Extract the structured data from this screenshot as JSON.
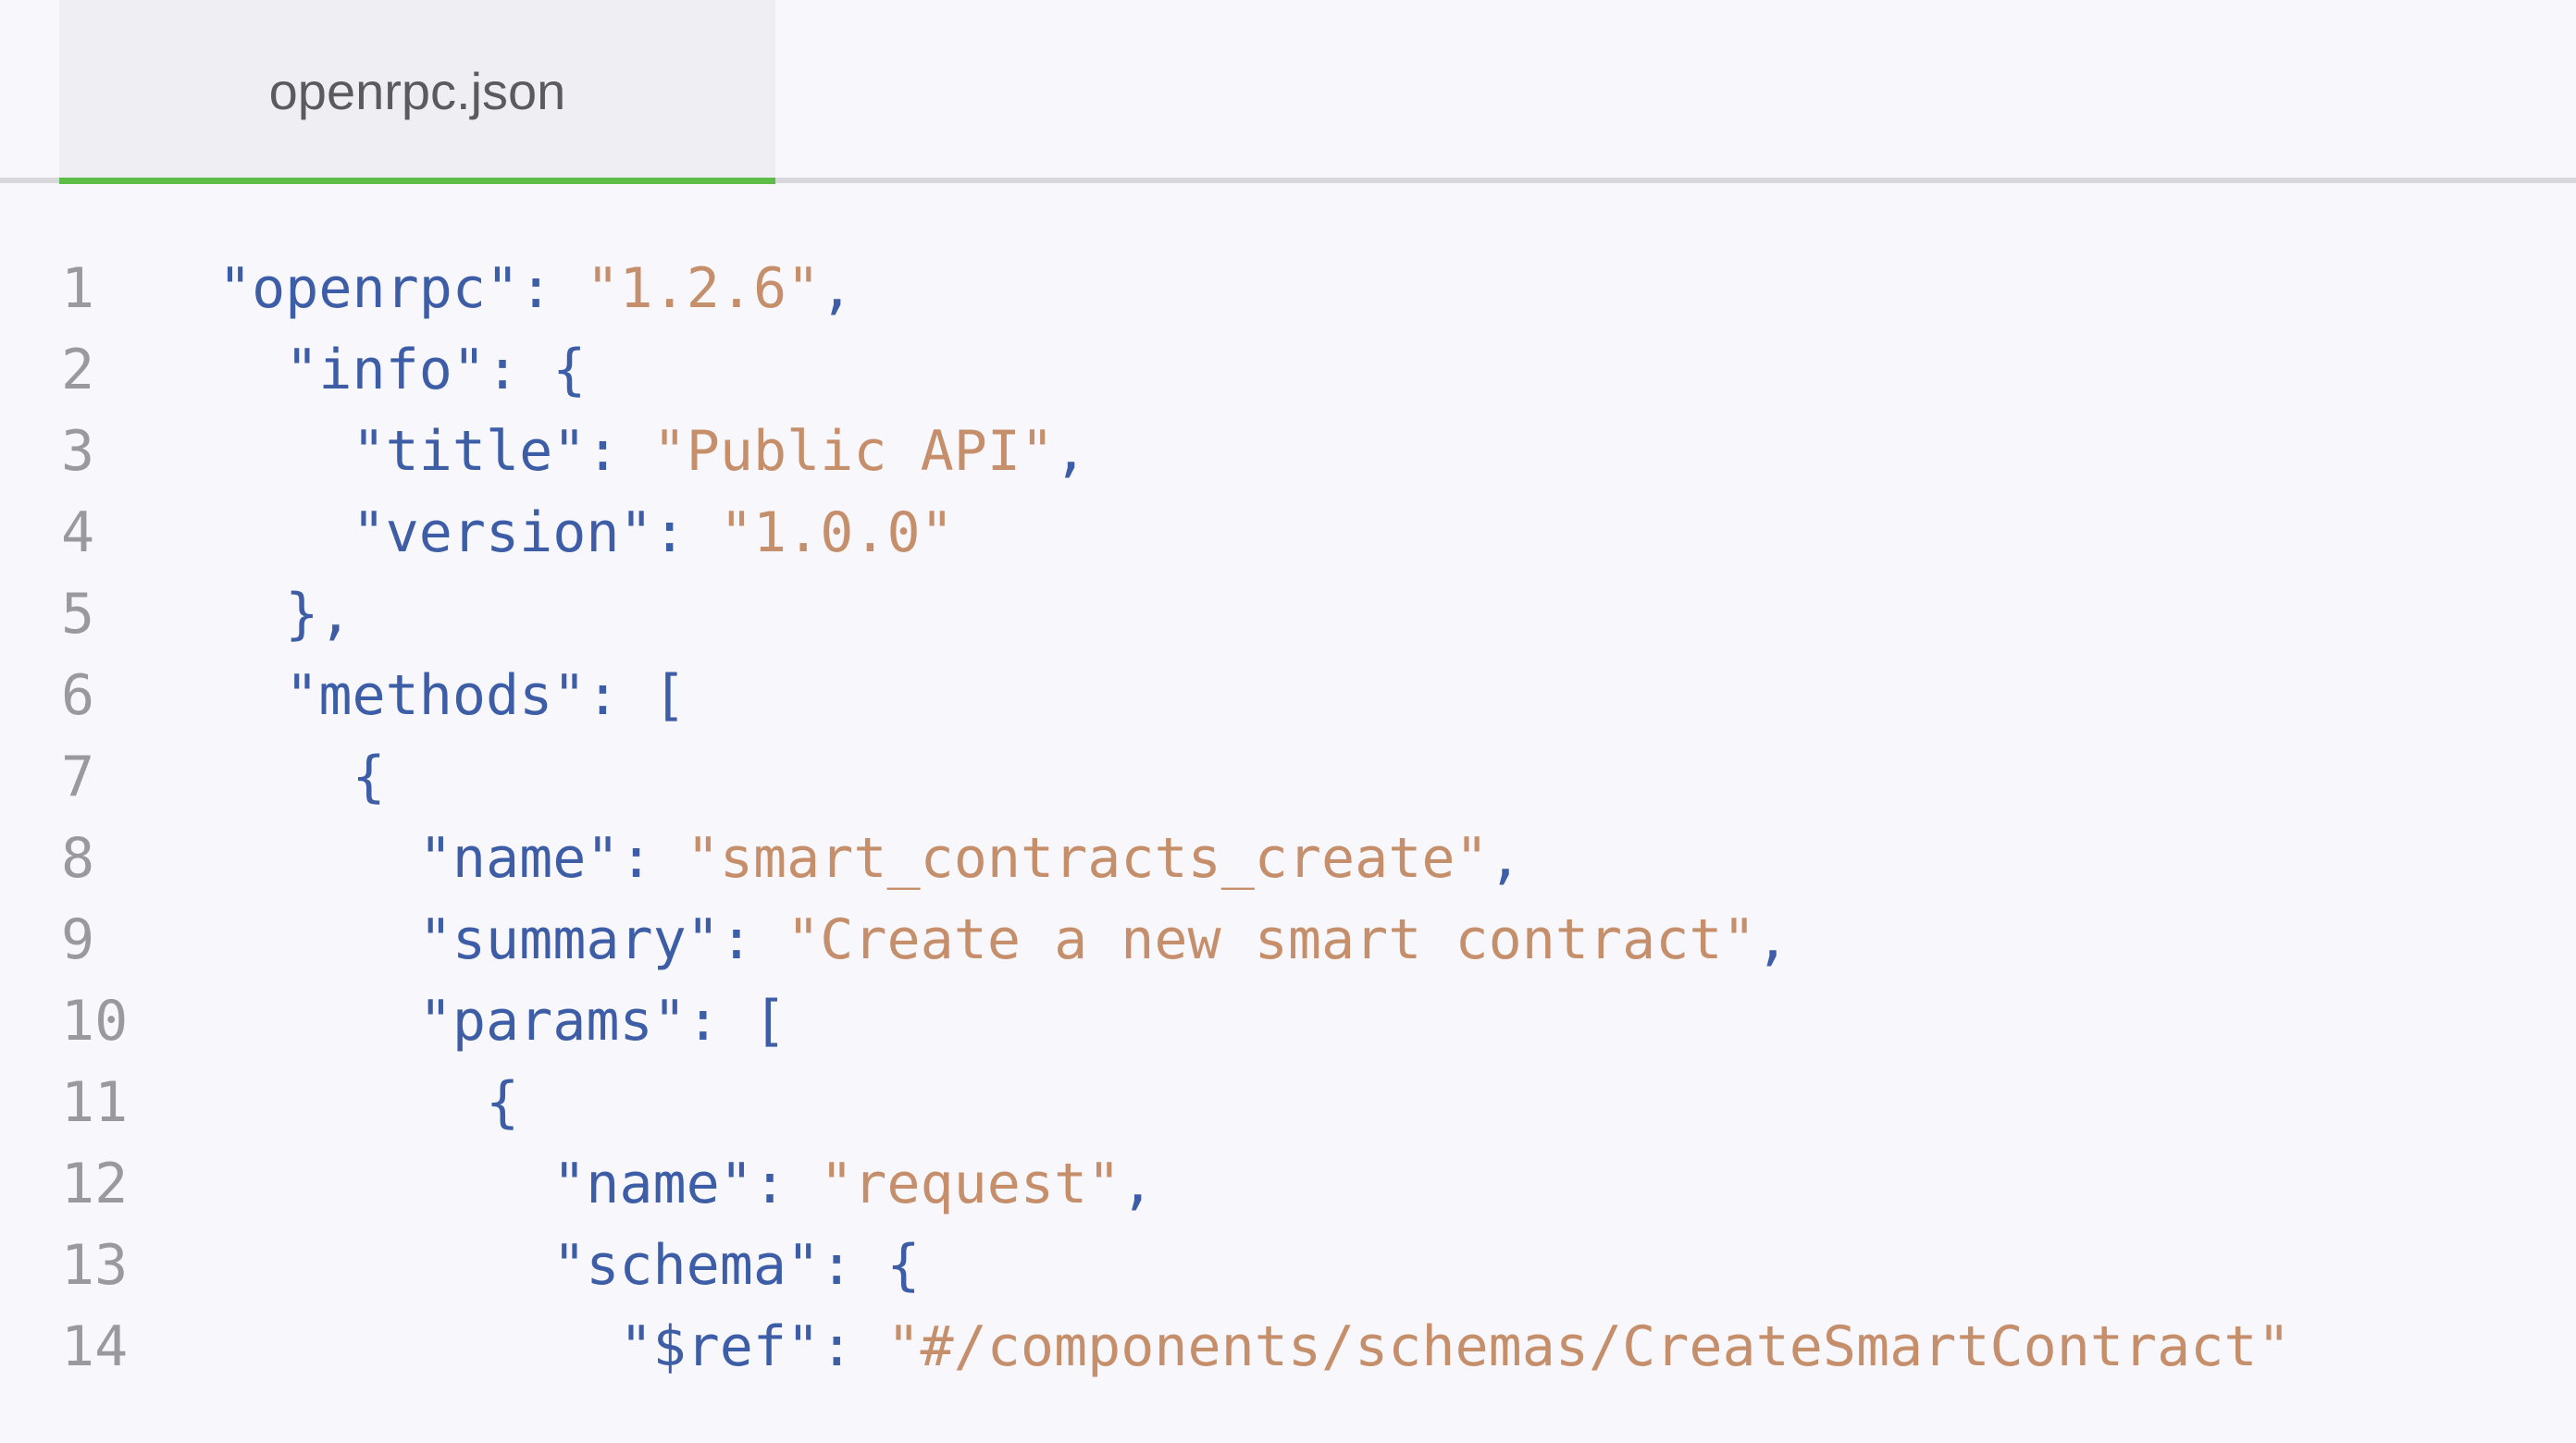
{
  "tab": {
    "label": "openrpc.json",
    "active": true
  },
  "colors": {
    "key": "#3d5ea6",
    "string": "#c68f6c",
    "line_number": "#9a9a9e",
    "tab_indicator": "#5cbd47"
  },
  "lines": [
    {
      "n": "1",
      "indent": 0,
      "tokens": [
        [
          "k",
          "\"openrpc\""
        ],
        [
          "p",
          ": "
        ],
        [
          "s",
          "\"1.2.6\""
        ],
        [
          "p",
          ","
        ]
      ]
    },
    {
      "n": "2",
      "indent": 1,
      "tokens": [
        [
          "k",
          "\"info\""
        ],
        [
          "p",
          ": {"
        ]
      ]
    },
    {
      "n": "3",
      "indent": 2,
      "tokens": [
        [
          "k",
          "\"title\""
        ],
        [
          "p",
          ": "
        ],
        [
          "s",
          "\"Public API\""
        ],
        [
          "p",
          ","
        ]
      ]
    },
    {
      "n": "4",
      "indent": 2,
      "tokens": [
        [
          "k",
          "\"version\""
        ],
        [
          "p",
          ": "
        ],
        [
          "s",
          "\"1.0.0\""
        ]
      ]
    },
    {
      "n": "5",
      "indent": 1,
      "tokens": [
        [
          "p",
          "},"
        ]
      ]
    },
    {
      "n": "6",
      "indent": 1,
      "tokens": [
        [
          "k",
          "\"methods\""
        ],
        [
          "p",
          ": ["
        ]
      ]
    },
    {
      "n": "7",
      "indent": 2,
      "tokens": [
        [
          "p",
          "{"
        ]
      ]
    },
    {
      "n": "8",
      "indent": 3,
      "tokens": [
        [
          "k",
          "\"name\""
        ],
        [
          "p",
          ": "
        ],
        [
          "s",
          "\"smart_contracts_create\""
        ],
        [
          "p",
          ","
        ]
      ]
    },
    {
      "n": "9",
      "indent": 3,
      "tokens": [
        [
          "k",
          "\"summary\""
        ],
        [
          "p",
          ": "
        ],
        [
          "s",
          "\"Create a new smart contract\""
        ],
        [
          "p",
          ","
        ]
      ]
    },
    {
      "n": "10",
      "indent": 3,
      "tokens": [
        [
          "k",
          "\"params\""
        ],
        [
          "p",
          ": ["
        ]
      ]
    },
    {
      "n": "11",
      "indent": 4,
      "tokens": [
        [
          "p",
          "{"
        ]
      ]
    },
    {
      "n": "12",
      "indent": 5,
      "tokens": [
        [
          "k",
          "\"name\""
        ],
        [
          "p",
          ": "
        ],
        [
          "s",
          "\"request\""
        ],
        [
          "p",
          ","
        ]
      ]
    },
    {
      "n": "13",
      "indent": 5,
      "tokens": [
        [
          "k",
          "\"schema\""
        ],
        [
          "p",
          ": {"
        ]
      ]
    },
    {
      "n": "14",
      "indent": 6,
      "tokens": [
        [
          "k",
          "\"$ref\""
        ],
        [
          "p",
          ": "
        ],
        [
          "s",
          "\"#/components/schemas/CreateSmartContract\""
        ]
      ]
    }
  ]
}
